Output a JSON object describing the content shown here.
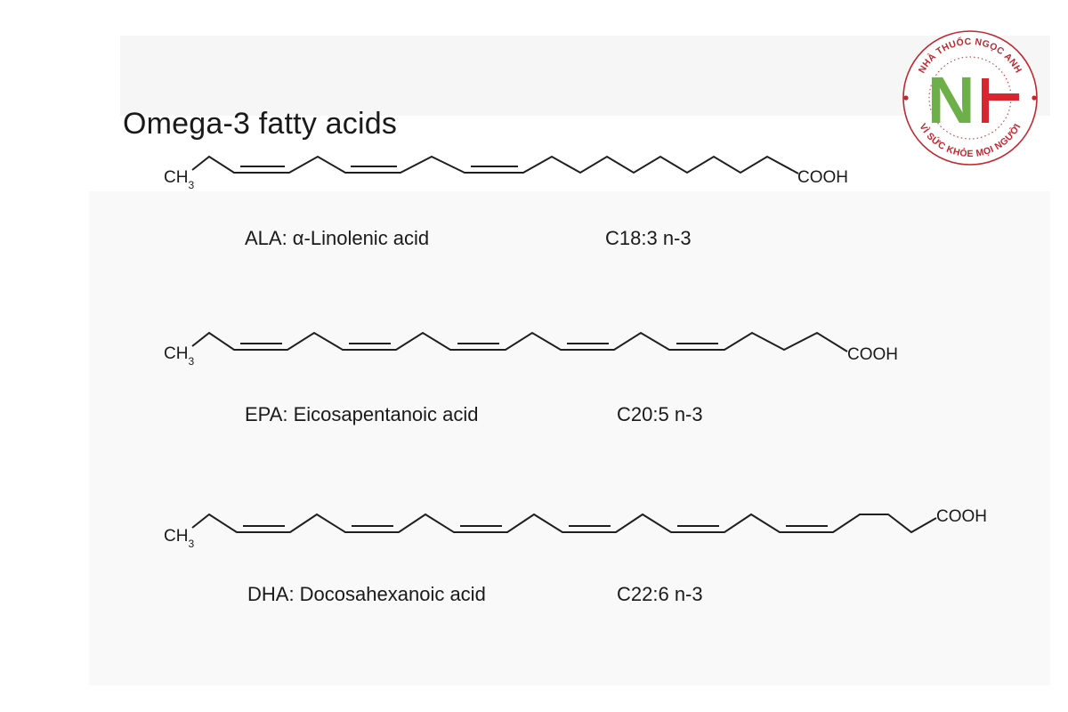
{
  "title": "Omega-3 fatty acids",
  "molecules": [
    {
      "id": "ala",
      "start_group": "CH",
      "start_subscript": "3",
      "end_group": "COOH",
      "name": "ALA: α-Linolenic acid",
      "formula": "C18:3 n-3"
    },
    {
      "id": "epa",
      "start_group": "CH",
      "start_subscript": "3",
      "end_group": "COOH",
      "name": "EPA: Eicosapentanoic acid",
      "formula": "C20:5 n-3"
    },
    {
      "id": "dha",
      "start_group": "CH",
      "start_subscript": "3",
      "end_group": "COOH",
      "name": "DHA: Docosahexanoic acid",
      "formula": "C22:6 n-3"
    }
  ],
  "logo": {
    "top_text": "NHÀ THUỐC NGỌC ANH",
    "bottom_text": "VÌ SỨC KHỎE MỌI NGƯỜI",
    "mark_letter": "N",
    "colors": {
      "ring": "#c2262e",
      "letter": "#6db04a",
      "cross": "#d9262e"
    }
  }
}
